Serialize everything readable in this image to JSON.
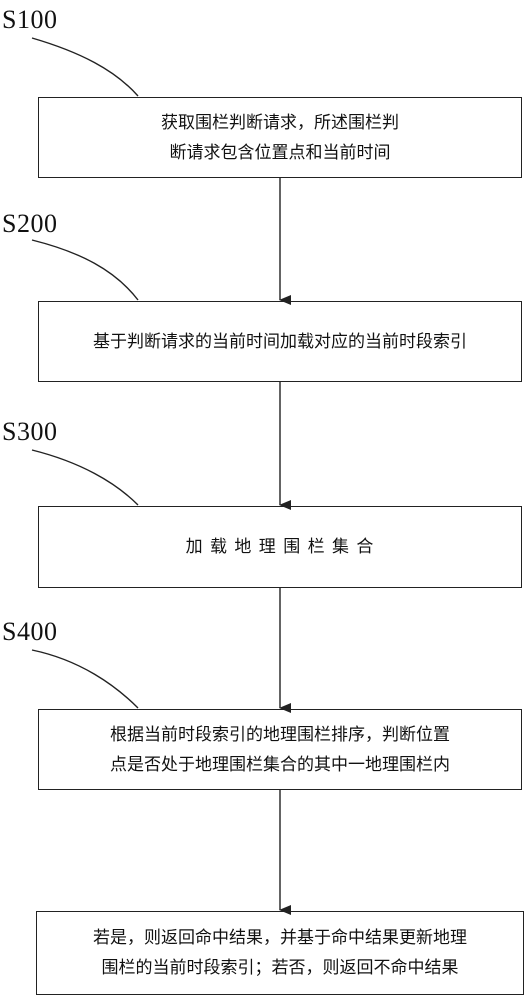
{
  "steps": [
    {
      "label": "S100",
      "lines": [
        "获取围栏判断请求，所述围栏判",
        "断请求包含位置点和当前时间"
      ]
    },
    {
      "label": "S200",
      "lines": [
        "基于判断请求的当前时间加载对应的当前时段索引"
      ]
    },
    {
      "label": "S300",
      "lines": [
        "加 载 地 理 围 栏 集 合"
      ]
    },
    {
      "label": "S400",
      "lines": [
        "根据当前时段索引的地理围栏排序，判断位置",
        "点是否处于地理围栏集合的其中一地理围栏内"
      ]
    },
    {
      "label": "",
      "lines": [
        "若是，则返回命中结果，并基于命中结果更新地理",
        "围栏的当前时段索引；若否，则返回不命中结果"
      ]
    }
  ]
}
